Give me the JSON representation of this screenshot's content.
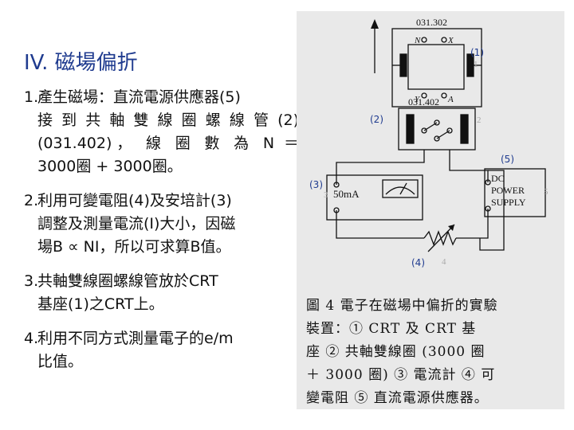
{
  "title": "IV. 磁場偏折",
  "bullets": [
    {
      "num": "1.",
      "lines": [
        "產生磁場：直流電源供應器(5)",
        "接到共軸雙線圈螺線管(2)",
        "(031.402)， 線 圈 數 為 N  ＝",
        "3000圈 + 3000圈。"
      ]
    },
    {
      "num": "2.",
      "lines": [
        "利用可變電阻(4)及安培計(3)",
        "調整及測量電流(I)大小，因磁",
        "場B ∝ NI，所以可求算B值。"
      ]
    },
    {
      "num": "3.",
      "lines": [
        "共軸雙線圈螺線管放於CRT",
        "基座(1)之CRT上。"
      ]
    },
    {
      "num": "4.",
      "lines": [
        "利用不同方式測量電子的e/m",
        "比值。"
      ]
    }
  ],
  "figure": {
    "crt_model": "031.302",
    "coil_model": "031.402",
    "pin_n": "N",
    "pin_x": "X",
    "pin_y": "Y",
    "pin_a": "A",
    "meter_label": "50mA",
    "supply_lines": [
      "DC",
      "POWER",
      "SUPPLY"
    ],
    "tags": [
      "(1)",
      "(2)",
      "(3)",
      "(4)",
      "(5)"
    ],
    "faint_marks": [
      "1",
      "2",
      "3",
      "4",
      "5"
    ],
    "caption_lines": [
      "圖 4  電子在磁場中偏折的實驗",
      "裝置：① CRT 及 CRT 基",
      "座 ② 共軸雙線圈 (3000 圈",
      "＋ 3000 圈) ③ 電流計 ④ 可",
      "變電阻 ⑤ 直流電源供應器。"
    ]
  }
}
